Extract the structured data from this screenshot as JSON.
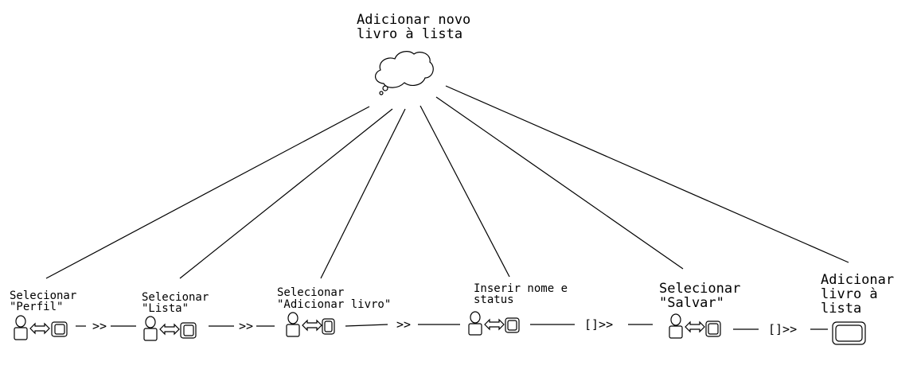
{
  "root": {
    "label_lines": [
      "Adicionar novo",
      "livro à lista"
    ],
    "icon": "cloud-icon"
  },
  "tasks": [
    {
      "id": "perfil",
      "label_lines": [
        "Selecionar",
        "\"Perfil\""
      ],
      "icon": "user-system-interaction-icon"
    },
    {
      "id": "lista",
      "label_lines": [
        "Selecionar",
        "\"Lista\""
      ],
      "icon": "user-system-interaction-icon"
    },
    {
      "id": "adicionar",
      "label_lines": [
        "Selecionar",
        "\"Adicionar livro\""
      ],
      "icon": "user-system-interaction-icon"
    },
    {
      "id": "inserir",
      "label_lines": [
        "Inserir nome e",
        "status"
      ],
      "icon": "user-system-interaction-icon"
    },
    {
      "id": "salvar",
      "label_lines": [
        "Selecionar",
        "\"Salvar\""
      ],
      "icon": "user-system-interaction-icon"
    },
    {
      "id": "adicionar-livro",
      "label_lines": [
        "Adicionar",
        "livro à",
        "lista"
      ],
      "icon": "system-task-icon"
    }
  ],
  "operators": [
    ">>",
    ">>",
    ">>",
    "[]>>",
    "[]>>"
  ]
}
